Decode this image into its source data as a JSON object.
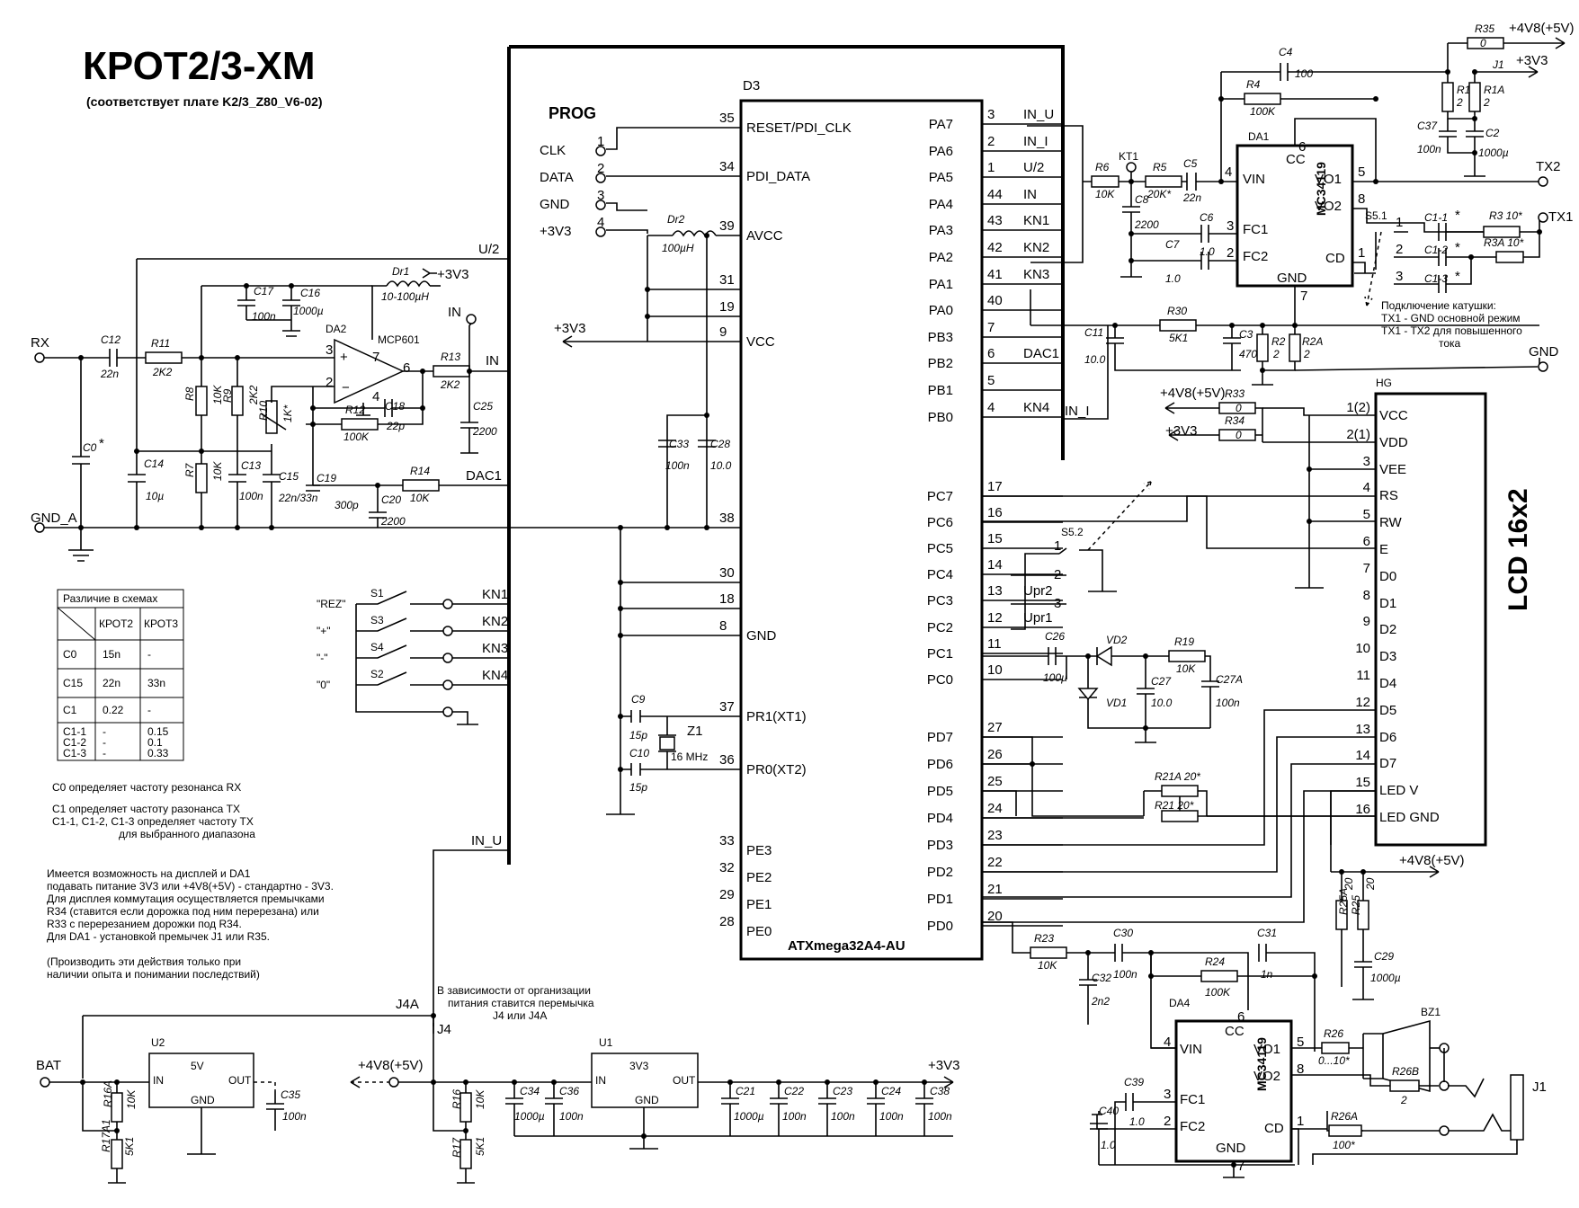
{
  "title": "КРОТ2/3-ХМ",
  "subtitle": "(соответствует плате K2/3_Z80_V6-02)",
  "prog": {
    "label": "PROG",
    "pins": [
      {
        "name": "CLK",
        "num": "1"
      },
      {
        "name": "DATA",
        "num": "2"
      },
      {
        "name": "GND",
        "num": "3"
      },
      {
        "name": "+3V3",
        "num": "4"
      }
    ]
  },
  "mcu": {
    "ref": "D3",
    "part": "ATXmega32A4-AU",
    "left_pins": [
      {
        "num": "35",
        "name": "RESET/PDI_CLK"
      },
      {
        "num": "34",
        "name": "PDI_DATA"
      },
      {
        "num": "39",
        "name": "AVCC"
      },
      {
        "num": "31",
        "name": ""
      },
      {
        "num": "19",
        "name": ""
      },
      {
        "num": "9",
        "name": "VCC"
      },
      {
        "num": "38",
        "name": ""
      },
      {
        "num": "30",
        "name": ""
      },
      {
        "num": "18",
        "name": ""
      },
      {
        "num": "8",
        "name": "GND"
      },
      {
        "num": "37",
        "name": "PR1(XT1)"
      },
      {
        "num": "36",
        "name": "PR0(XT2)"
      },
      {
        "num": "33",
        "name": "PE3"
      },
      {
        "num": "32",
        "name": "PE2"
      },
      {
        "num": "29",
        "name": "PE1"
      },
      {
        "num": "28",
        "name": "PE0"
      }
    ],
    "right_pins": [
      {
        "num": "3",
        "name": "PA7",
        "net": "IN_U"
      },
      {
        "num": "2",
        "name": "PA6",
        "net": "IN_I"
      },
      {
        "num": "1",
        "name": "PA5",
        "net": "U/2"
      },
      {
        "num": "44",
        "name": "PA4",
        "net": "IN"
      },
      {
        "num": "43",
        "name": "PA3",
        "net": "KN1"
      },
      {
        "num": "42",
        "name": "PA2",
        "net": "KN2"
      },
      {
        "num": "41",
        "name": "PA1",
        "net": "KN3"
      },
      {
        "num": "40",
        "name": "PA0",
        "net": ""
      },
      {
        "num": "7",
        "name": "PB3",
        "net": ""
      },
      {
        "num": "6",
        "name": "PB2",
        "net": "DAC1"
      },
      {
        "num": "5",
        "name": "PB1",
        "net": ""
      },
      {
        "num": "4",
        "name": "PB0",
        "net": "KN4"
      },
      {
        "num": "17",
        "name": "PC7",
        "net": ""
      },
      {
        "num": "16",
        "name": "PC6",
        "net": ""
      },
      {
        "num": "15",
        "name": "PC5",
        "net": ""
      },
      {
        "num": "14",
        "name": "PC4",
        "net": ""
      },
      {
        "num": "13",
        "name": "PC3",
        "net": "Upr2"
      },
      {
        "num": "12",
        "name": "PC2",
        "net": "Upr1"
      },
      {
        "num": "11",
        "name": "PC1",
        "net": ""
      },
      {
        "num": "10",
        "name": "PC0",
        "net": ""
      },
      {
        "num": "27",
        "name": "PD7",
        "net": ""
      },
      {
        "num": "26",
        "name": "PD6",
        "net": ""
      },
      {
        "num": "25",
        "name": "PD5",
        "net": ""
      },
      {
        "num": "24",
        "name": "PD4",
        "net": ""
      },
      {
        "num": "23",
        "name": "PD3",
        "net": ""
      },
      {
        "num": "22",
        "name": "PD2",
        "net": ""
      },
      {
        "num": "21",
        "name": "PD1",
        "net": ""
      },
      {
        "num": "20",
        "name": "PD0",
        "net": ""
      }
    ]
  },
  "lcd": {
    "ref": "HG",
    "name": "LCD 16x2",
    "pins": [
      {
        "num": "1(2)",
        "name": "VCC"
      },
      {
        "num": "2(1)",
        "name": "VDD"
      },
      {
        "num": "3",
        "name": "VEE"
      },
      {
        "num": "4",
        "name": "RS"
      },
      {
        "num": "5",
        "name": "RW"
      },
      {
        "num": "6",
        "name": "E"
      },
      {
        "num": "7",
        "name": "D0"
      },
      {
        "num": "8",
        "name": "D1"
      },
      {
        "num": "9",
        "name": "D2"
      },
      {
        "num": "10",
        "name": "D3"
      },
      {
        "num": "11",
        "name": "D4"
      },
      {
        "num": "12",
        "name": "D5"
      },
      {
        "num": "13",
        "name": "D6"
      },
      {
        "num": "14",
        "name": "D7"
      },
      {
        "num": "15",
        "name": "LED V"
      },
      {
        "num": "16",
        "name": "LED GND"
      }
    ]
  },
  "da1": {
    "ref": "DA1",
    "part": "MC34119",
    "vin": "VIN",
    "vin_pin": "4",
    "cc": "CC",
    "cc_pin": "6",
    "vo1": "VO1",
    "vo1_pin": "5",
    "vo2": "VO2",
    "vo2_pin": "8",
    "fc1": "FC1",
    "fc1_pin": "3",
    "fc2": "FC2",
    "fc2_pin": "2",
    "cd": "CD",
    "cd_pin": "1",
    "gnd": "GND",
    "gnd_pin": "7"
  },
  "da4": {
    "ref": "DA4",
    "part": "MC34119",
    "vin": "VIN",
    "vin_pin": "4",
    "cc": "CC",
    "cc_pin": "6",
    "vo1": "VO1",
    "vo1_pin": "5",
    "vo2": "VO2",
    "vo2_pin": "8",
    "fc1": "FC1",
    "fc1_pin": "3",
    "fc2": "FC2",
    "fc2_pin": "2",
    "cd": "CD",
    "cd_pin": "1",
    "gnd": "GND",
    "gnd_pin": "7"
  },
  "da2": {
    "ref": "DA2",
    "part": "MCP601",
    "pin3": "3",
    "pin2": "2",
    "pin7": "7",
    "pin6": "6",
    "pin4": "4"
  },
  "u1": {
    "ref": "U1",
    "value": "3V3",
    "in": "IN",
    "out": "OUT",
    "gnd": "GND"
  },
  "u2": {
    "ref": "U2",
    "value": "5V",
    "in": "IN",
    "out": "OUT",
    "gnd": "GND"
  },
  "rails": {
    "p3v3": "+3V3",
    "p4v8": "+4V8(+5V)",
    "gnd": "GND",
    "gnd_a": "GND_A",
    "rx": "RX",
    "tx1": "TX1",
    "tx2": "TX2",
    "bat": "BAT",
    "u2": "U/2",
    "in": "IN",
    "in_u": "IN_U",
    "in_i": "IN_I",
    "dac1": "DAC1",
    "j1": "J1",
    "j4": "J4",
    "j4a": "J4A",
    "kt1": "KT1",
    "z1": "Z1",
    "z1_freq": "16 MHz",
    "s51": "S5.1",
    "s52": "S5.2",
    "bz1": "BZ1"
  },
  "components": [
    {
      "ref": "C12",
      "value": "22n"
    },
    {
      "ref": "R11",
      "value": "2K2"
    },
    {
      "ref": "C0*",
      "value": ""
    },
    {
      "ref": "R8",
      "value": "10K"
    },
    {
      "ref": "R9",
      "value": "2K2"
    },
    {
      "ref": "R7",
      "value": "10K"
    },
    {
      "ref": "C14",
      "value": "10µ"
    },
    {
      "ref": "C13",
      "value": "100n"
    },
    {
      "ref": "C15",
      "value": "22n/33n"
    },
    {
      "ref": "R10",
      "value": "1K*"
    },
    {
      "ref": "C17",
      "value": "100n"
    },
    {
      "ref": "C16",
      "value": "1000µ"
    },
    {
      "ref": "Dr1",
      "value": "10-100µH"
    },
    {
      "ref": "C18",
      "value": "22p"
    },
    {
      "ref": "R12",
      "value": "100K"
    },
    {
      "ref": "C19",
      "value": "300p"
    },
    {
      "ref": "C20",
      "value": "2200"
    },
    {
      "ref": "R14",
      "value": "10K"
    },
    {
      "ref": "R13",
      "value": "2K2"
    },
    {
      "ref": "C25",
      "value": "2200"
    },
    {
      "ref": "Dr2",
      "value": "100µH"
    },
    {
      "ref": "C33",
      "value": "100n"
    },
    {
      "ref": "C28",
      "value": "10.0"
    },
    {
      "ref": "C9",
      "value": "15p"
    },
    {
      "ref": "C10",
      "value": "15p"
    },
    {
      "ref": "R35",
      "value": "0"
    },
    {
      "ref": "C4",
      "value": "100"
    },
    {
      "ref": "R4",
      "value": "100K"
    },
    {
      "ref": "R1",
      "value": "2"
    },
    {
      "ref": "R1A",
      "value": "2"
    },
    {
      "ref": "C37",
      "value": "100n"
    },
    {
      "ref": "C2",
      "value": "1000µ"
    },
    {
      "ref": "R6",
      "value": "10K"
    },
    {
      "ref": "R5",
      "value": "20K*"
    },
    {
      "ref": "C5",
      "value": "22n"
    },
    {
      "ref": "C8",
      "value": "2200"
    },
    {
      "ref": "C6",
      "value": "1.0"
    },
    {
      "ref": "C7",
      "value": "1.0"
    },
    {
      "ref": "C1-1*",
      "value": ""
    },
    {
      "ref": "C1-2*",
      "value": ""
    },
    {
      "ref": "C1-3*",
      "value": ""
    },
    {
      "ref": "R3",
      "value": "10*"
    },
    {
      "ref": "R3A",
      "value": "10*"
    },
    {
      "ref": "R30",
      "value": "5K1"
    },
    {
      "ref": "C11",
      "value": "10.0"
    },
    {
      "ref": "C3",
      "value": "470µ"
    },
    {
      "ref": "R2",
      "value": "2"
    },
    {
      "ref": "R2A",
      "value": "2"
    },
    {
      "ref": "R33",
      "value": "0"
    },
    {
      "ref": "R34",
      "value": "0"
    },
    {
      "ref": "C26",
      "value": "100µ"
    },
    {
      "ref": "VD2",
      "value": ""
    },
    {
      "ref": "VD1",
      "value": ""
    },
    {
      "ref": "R19",
      "value": "10K"
    },
    {
      "ref": "C27",
      "value": "10.0"
    },
    {
      "ref": "C27A",
      "value": "100n"
    },
    {
      "ref": "R21A",
      "value": "20*"
    },
    {
      "ref": "R21",
      "value": "20*"
    },
    {
      "ref": "R25A",
      "value": "20"
    },
    {
      "ref": "R25",
      "value": "20"
    },
    {
      "ref": "C29",
      "value": "1000µ"
    },
    {
      "ref": "R23",
      "value": "10K"
    },
    {
      "ref": "C30",
      "value": "100n"
    },
    {
      "ref": "C31",
      "value": "1n"
    },
    {
      "ref": "C32",
      "value": "2n2"
    },
    {
      "ref": "R24",
      "value": "100K"
    },
    {
      "ref": "C39",
      "value": "1.0"
    },
    {
      "ref": "C40",
      "value": "1.0"
    },
    {
      "ref": "R26",
      "value": "0...10*"
    },
    {
      "ref": "R26B",
      "value": "2"
    },
    {
      "ref": "R26A",
      "value": "100*"
    },
    {
      "ref": "R16A",
      "value": "10K"
    },
    {
      "ref": "R17A1",
      "value": "5K1"
    },
    {
      "ref": "C35",
      "value": "100n"
    },
    {
      "ref": "R16",
      "value": "10K"
    },
    {
      "ref": "R17",
      "value": "5K1"
    },
    {
      "ref": "C34",
      "value": "1000µ"
    },
    {
      "ref": "C36",
      "value": "100n"
    },
    {
      "ref": "C21",
      "value": "1000µ"
    },
    {
      "ref": "C22",
      "value": "100n"
    },
    {
      "ref": "C23",
      "value": "100n"
    },
    {
      "ref": "C24",
      "value": "100n"
    },
    {
      "ref": "C38",
      "value": "100n"
    }
  ],
  "buttons": [
    {
      "ref": "S1",
      "label": "\"REZ\"",
      "net": "KN1"
    },
    {
      "ref": "S3",
      "label": "\"+\"",
      "net": "KN2"
    },
    {
      "ref": "S4",
      "label": "\"-\"",
      "net": "KN3"
    },
    {
      "ref": "S2",
      "label": "\"0\"",
      "net": "KN4"
    }
  ],
  "diff_table": {
    "caption": "Различие в схемах",
    "headers": [
      "КРОТ2",
      "КРОТ3"
    ],
    "rows": [
      {
        "name": "C0",
        "a": "15n",
        "b": "-"
      },
      {
        "name": "C15",
        "a": "22n",
        "b": "33n"
      },
      {
        "name": "C1",
        "a": "0.22",
        "b": "-"
      },
      {
        "name": "C1-1\nC1-2\nC1-3",
        "a": "-\n-\n-",
        "b": "0.15\n0.1\n0.33"
      }
    ]
  },
  "notes": {
    "n1": "C0 определяет частоту резонанса RX",
    "n2": "C1     определяет частоту разонанса TX",
    "n3": "C1-1, C1-2, C1-3 определяет частоту TX",
    "n4": "для выбранного диапазона",
    "p1": "Имеется возможность на дисплей и DA1",
    "p2": "подавать питание 3V3 или +4V8(+5V) - стандартно - 3V3.",
    "p3": "Для дисплея коммутация осуществляется премычками",
    "p4": "R34 (ставится если дорожка под ним перерезана) или",
    "p5": "R33 с  перерезанием дорожки под R34.",
    "p6": "Для DA1 - установкой премычек J1 или  R35.",
    "p7": "(Производить эти действия только при",
    "p8": "наличии опыта и понимании последствий)",
    "j1": "В зависимости от организации",
    "j2": "питания ставится перемычка",
    "j3": "J4 или J4A",
    "coil_title": "Подключение катушки:",
    "coil1": "TX1 - GND основной режим",
    "coil2": "TX1 - TX2  для повышенного",
    "coil3": "тока"
  }
}
